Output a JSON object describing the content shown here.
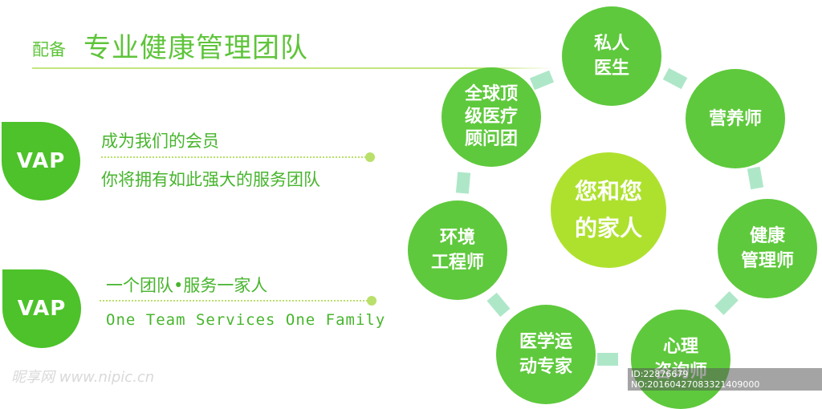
{
  "header": {
    "subtitle": "配备",
    "title": "专业健康管理团队"
  },
  "membership_1": {
    "badge": "VAP",
    "line1": "成为我们的会员",
    "line2": "你将拥有如此强大的服务团队"
  },
  "membership_2": {
    "badge": "VAP",
    "line1": "一个团队•服务一家人",
    "line2": "One Team Services One Family"
  },
  "ring": {
    "center": "您和您\n的家人",
    "nodes": [
      "私人\n医生",
      "营养师",
      "健康\n管理师",
      "心理\n咨询师",
      "医学运\n动专家",
      "环境\n工程师",
      "全球顶\n级医疗\n顾问团"
    ]
  },
  "watermark": {
    "left": "昵享网 www.nipic.cn",
    "right": "ID:22876679 NO:20160427083321409000"
  },
  "colors": {
    "primary_green": "#4dc22a",
    "node_green": "#5ec93c",
    "center_lime": "#aee12e",
    "connector": "#aee7c8"
  }
}
